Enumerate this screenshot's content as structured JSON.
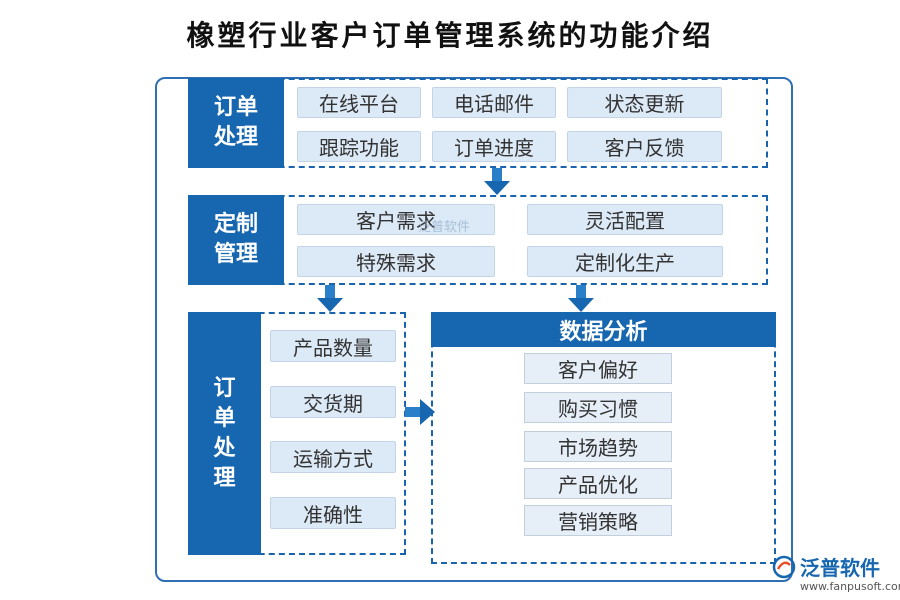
{
  "title": "橡塑行业客户订单管理系统的功能介绍",
  "section1": {
    "label_line1": "订单",
    "label_line2": "处理",
    "items": [
      "在线平台",
      "电话邮件",
      "状态更新",
      "跟踪功能",
      "订单进度",
      "客户反馈"
    ]
  },
  "section2": {
    "label_line1": "定制",
    "label_line2": "管理",
    "items": [
      "客户需求",
      "灵活配置",
      "特殊需求",
      "定制化生产"
    ]
  },
  "section3": {
    "label_chars": [
      "订",
      "单",
      "处",
      "理"
    ],
    "items": [
      "产品数量",
      "交货期",
      "运输方式",
      "准确性"
    ]
  },
  "analysis": {
    "header": "数据分析",
    "items": [
      "客户偏好",
      "购买习惯",
      "市场趋势",
      "产品优化",
      "营销策略"
    ]
  },
  "watermark": "泛普软件",
  "logo": {
    "name": "泛普软件",
    "url": "www.fanpusoft.com"
  },
  "colors": {
    "primary": "#1766b0",
    "box_bg": "#dce9f6",
    "border": "#2f6fb4"
  }
}
